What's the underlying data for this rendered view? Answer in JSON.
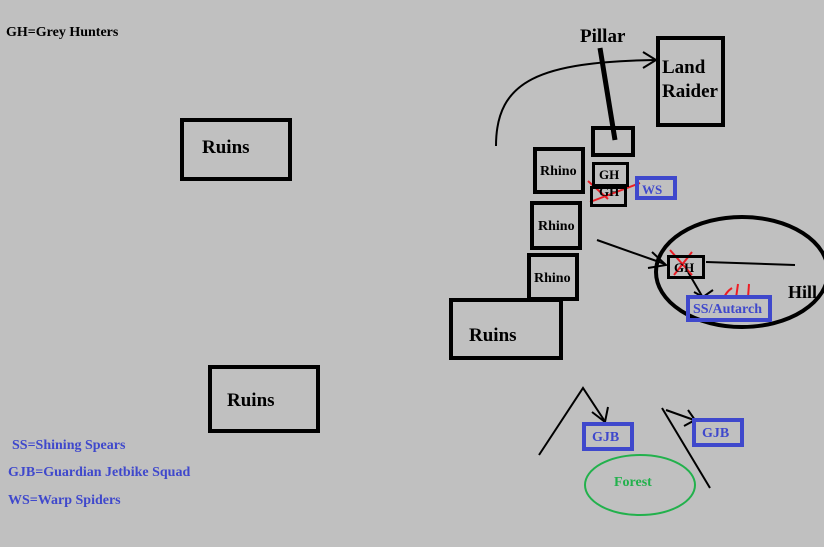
{
  "legend": {
    "gh": "GH=Grey Hunters",
    "ss": "SS=Shining Spears",
    "gjb": "GJB=Guardian Jetbike Squad",
    "ws": "WS=Warp Spiders"
  },
  "terrain": {
    "ruins_top_left": "Ruins",
    "ruins_bottom_left": "Ruins",
    "ruins_center": "Ruins",
    "pillar": "Pillar",
    "land_raider_line1": "Land",
    "land_raider_line2": "Raider",
    "hill": "Hill",
    "forest": "Forest"
  },
  "units": {
    "rhino_1": "Rhino",
    "rhino_2": "Rhino",
    "rhino_3": "Rhino",
    "gh_top": "GH",
    "gh_bottom": "GH",
    "gh_hill": "GH",
    "ws": "WS",
    "ss_autarch": "SS/Autarch",
    "gjb_left": "GJB",
    "gjb_right": "GJB"
  },
  "colors": {
    "background": "#c0c0c0",
    "black": "#000000",
    "blue": "#3f48cc",
    "red": "#ed1c24",
    "green": "#22b14c"
  }
}
